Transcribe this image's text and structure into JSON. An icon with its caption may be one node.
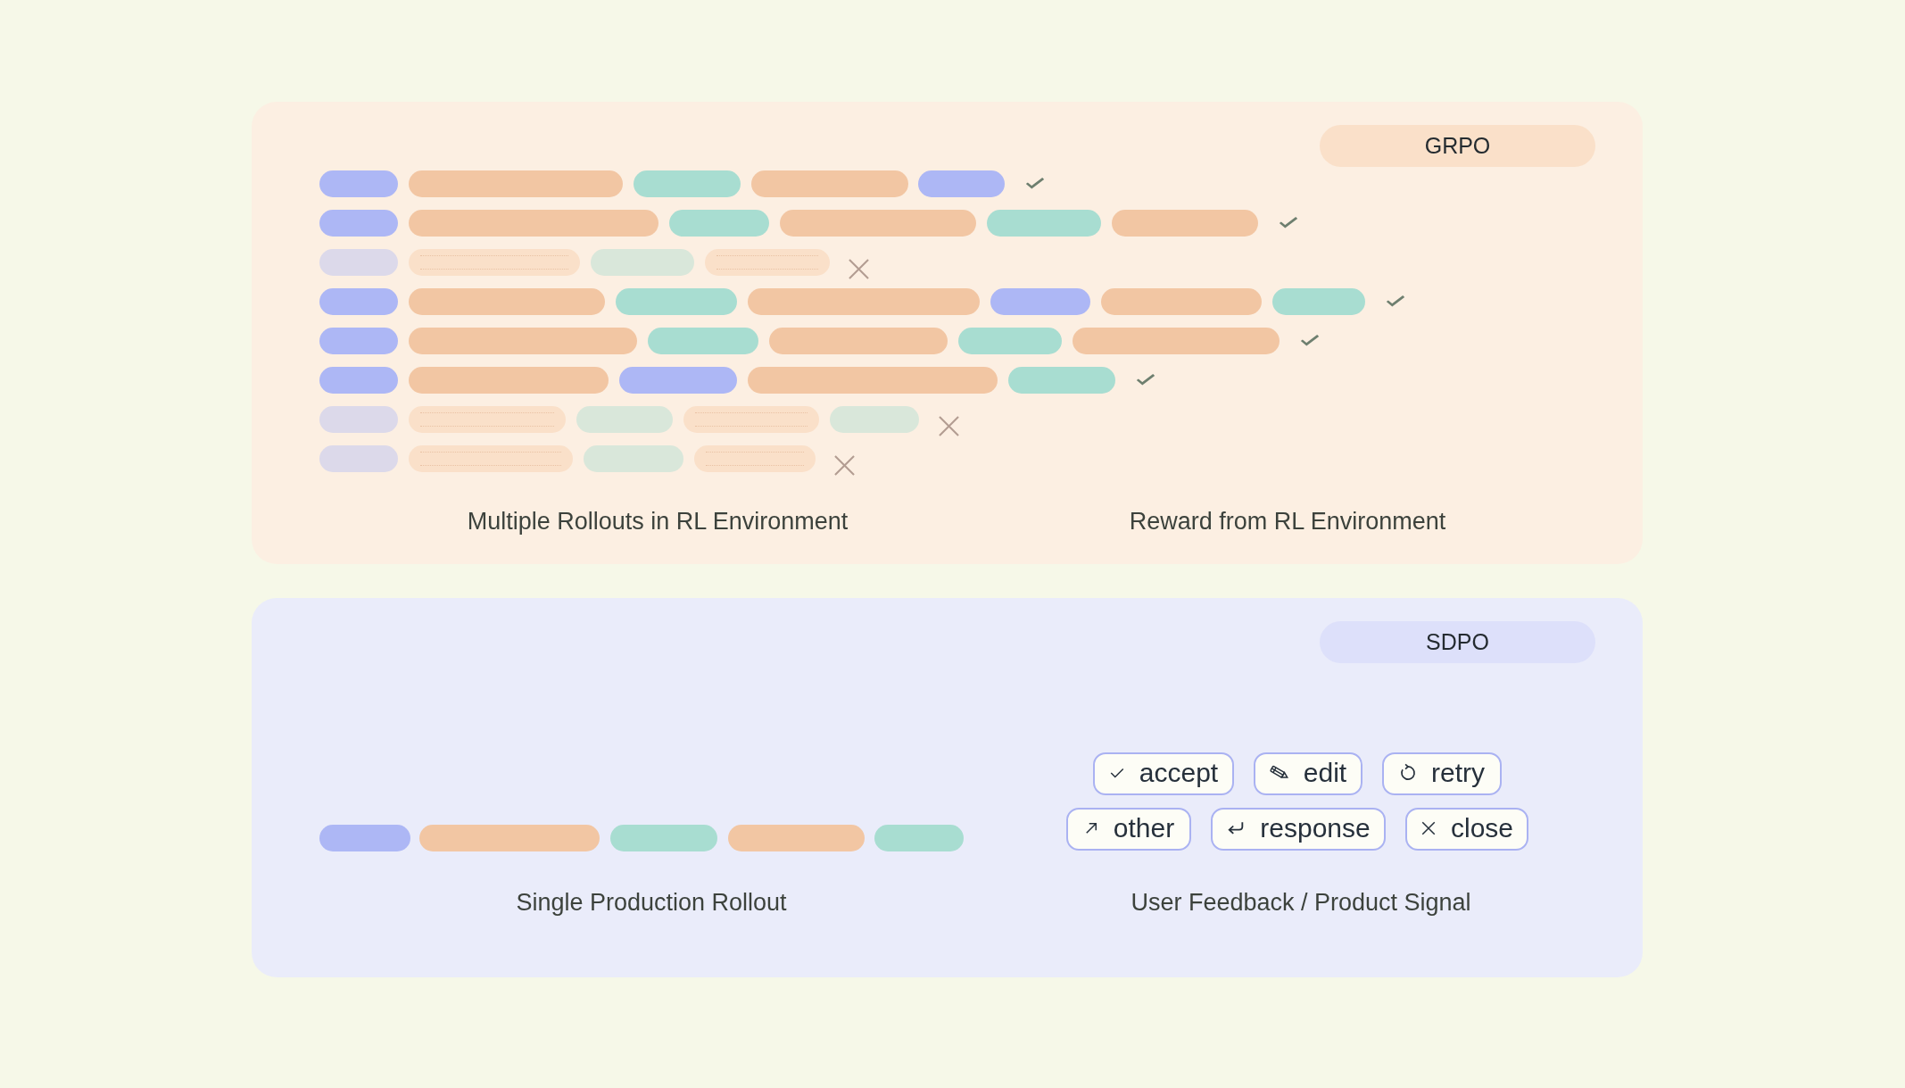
{
  "diagram": {
    "nodes": [
      {
        "text": [],
        "shape": "box"
      },
      {
        "text": [
          "GRPO"
        ],
        "in": 0
      },
      {
        "text": [],
        "shape": "bar",
        "in": 0
      },
      {
        "text": [],
        "shape": "bar",
        "in": 0
      },
      {
        "text": [],
        "shape": "bar",
        "in": 0
      },
      {
        "text": [],
        "shape": "bar",
        "in": 0
      },
      {
        "text": [],
        "shape": "bar",
        "in": 0
      },
      {
        "text": [],
        "shape": "bar",
        "in": 0
      },
      {
        "text": [],
        "shape": "bar",
        "in": 0
      },
      {
        "text": [],
        "shape": "bar",
        "in": 0
      },
      {
        "text": [],
        "shape": "bar",
        "in": 0
      },
      {
        "text": [],
        "shape": "bar",
        "in": 0
      },
      {
        "text": [],
        "shape": "bar",
        "in": 0
      },
      {
        "text": [],
        "shape": "bar",
        "in": 0
      },
      {
        "text": [],
        "shape": "bar",
        "in": 0
      },
      {
        "text": [],
        "shape": "bar",
        "in": 0
      },
      {
        "text": [],
        "shape": "bar",
        "in": 0
      },
      {
        "text": [],
        "shape": "bar",
        "in": 0
      },
      {
        "text": [],
        "shape": "bar",
        "in": 0
      },
      {
        "text": [],
        "shape": "bar",
        "in": 0
      },
      {
        "text": [],
        "shape": "bar",
        "in": 0
      },
      {
        "text": [],
        "shape": "bar",
        "in": 0
      },
      {
        "text": [],
        "shape": "bar",
        "in": 0
      },
      {
        "text": [],
        "shape": "bar",
        "in": 0
      },
      {
        "text": [],
        "shape": "bar",
        "in": 0
      },
      {
        "text": [],
        "shape": "bar",
        "in": 0
      },
      {
        "text": [],
        "shape": "bar",
        "in": 0
      },
      {
        "text": [],
        "shape": "bar",
        "in": 0
      },
      {
        "text": [],
        "shape": "bar",
        "in": 0
      },
      {
        "text": [],
        "shape": "bar",
        "in": 0
      },
      {
        "text": [],
        "shape": "bar",
        "in": 0
      },
      {
        "text": [],
        "shape": "bar",
        "in": 0
      },
      {
        "text": [],
        "shape": "bar",
        "in": 0
      },
      {
        "text": [],
        "shape": "bar",
        "in": 0
      },
      {
        "text": [],
        "shape": "bar",
        "in": 0
      },
      {
        "text": [],
        "shape": "bar",
        "in": 0
      },
      {
        "text": [],
        "shape": "bar",
        "in": 0
      },
      {
        "text": [],
        "shape": "bar",
        "in": 0
      },
      {
        "text": [],
        "shape": "bar",
        "in": 0
      },
      {
        "text": [],
        "shape": "bar",
        "in": 0
      },
      {
        "text": [],
        "shape": "bar",
        "in": 0
      },
      {
        "text": [],
        "shape": "bar",
        "in": 0
      },
      {
        "text": [],
        "shape": "bar",
        "in": 0
      },
      {
        "text": [],
        "shape": "bar",
        "in": 0
      },
      {
        "text": [],
        "shape": "box"
      },
      {
        "text": [
          "SDPO"
        ],
        "in": 44
      },
      {
        "text": [
          "accept"
        ],
        "in": 44
      },
      {
        "text": [
          "edit"
        ],
        "in": 44
      },
      {
        "text": [
          "retry"
        ],
        "in": 44
      },
      {
        "text": [],
        "shape": "bar",
        "in": 44
      },
      {
        "text": [],
        "shape": "bar",
        "in": 44
      },
      {
        "text": [],
        "shape": "bar",
        "in": 44
      },
      {
        "text": [],
        "shape": "bar",
        "in": 44
      },
      {
        "text": [],
        "shape": "bar",
        "in": 44
      },
      {
        "text": [
          "other"
        ],
        "in": 44
      },
      {
        "text": [
          "response"
        ],
        "in": 44
      },
      {
        "text": [
          "close"
        ],
        "in": 44
      }
    ],
    "labels": [
      "Multiple Rollouts in RL Environment",
      "Reward from RL Environment",
      "Single Production Rollout",
      "User Feedback / Product Signal"
    ]
  }
}
